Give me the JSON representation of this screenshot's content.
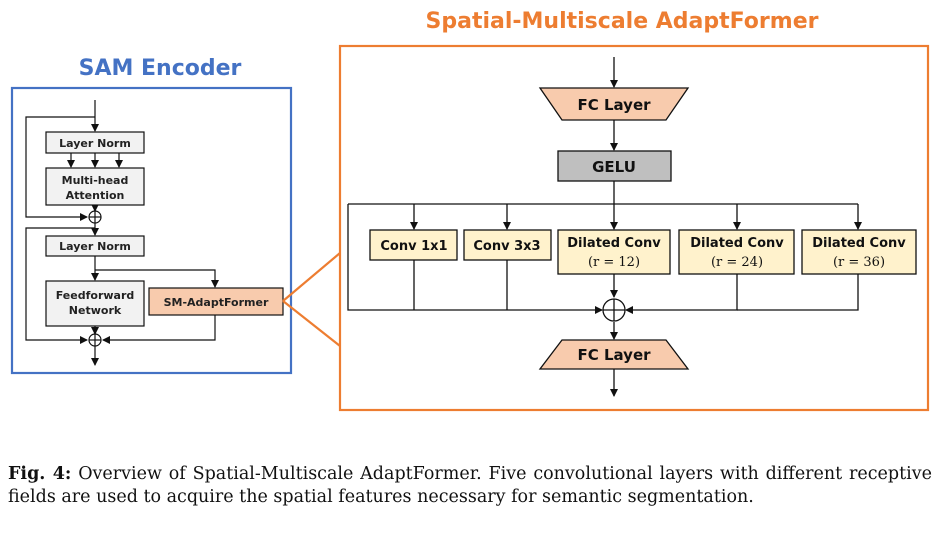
{
  "sam_encoder": {
    "title": "SAM Encoder",
    "layer_norm_1": "Layer Norm",
    "attention_line1": "Multi-head",
    "attention_line2": "Attention",
    "layer_norm_2": "Layer Norm",
    "ffn_line1": "Feedforward",
    "ffn_line2": "Network",
    "adapter": "SM-AdaptFormer"
  },
  "sm_adaptformer": {
    "title": "Spatial-Multiscale AdaptFormer",
    "fc_top": "FC Layer",
    "gelu": "GELU",
    "branches": [
      {
        "line1": "Conv 1x1",
        "line2": ""
      },
      {
        "line1": "Conv 3x3",
        "line2": ""
      },
      {
        "line1": "Dilated Conv",
        "line2": "(r = 12)"
      },
      {
        "line1": "Dilated Conv",
        "line2": "(r = 24)"
      },
      {
        "line1": "Dilated Conv",
        "line2": "(r = 36)"
      }
    ],
    "fc_bottom": "FC Layer"
  },
  "colors": {
    "encoder_border": "#4472c4",
    "adapter_border": "#ed7d31",
    "fc_fill": "#f8cbad",
    "adapter_fill": "#f8cbad",
    "conv_fill": "#fff2cc",
    "gelu_fill": "#bfbfbf",
    "block_fill": "#f2f2f2"
  },
  "caption": {
    "label": "Fig. 4:",
    "text": "Overview of Spatial-Multiscale AdaptFormer. Five convolutional layers with different receptive fields are used to acquire the spatial features necessary for semantic segmentation."
  }
}
